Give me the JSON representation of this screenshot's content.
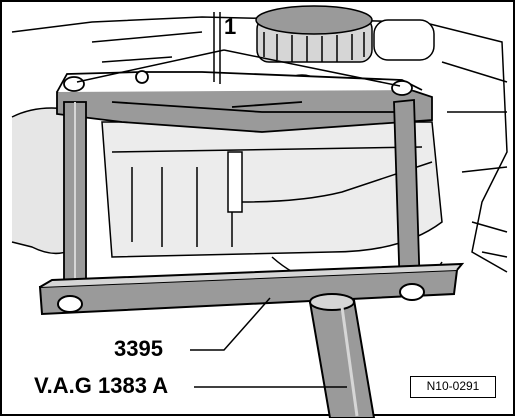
{
  "labels": {
    "item_1": "1",
    "tool_3395": "3395",
    "tool_vag": "V.A.G 1383 A"
  },
  "reference": "N10-0291",
  "colors": {
    "line": "#000000",
    "paper": "#ffffff",
    "shade": "#9a9a9a",
    "light_shade": "#d6d6d6"
  }
}
